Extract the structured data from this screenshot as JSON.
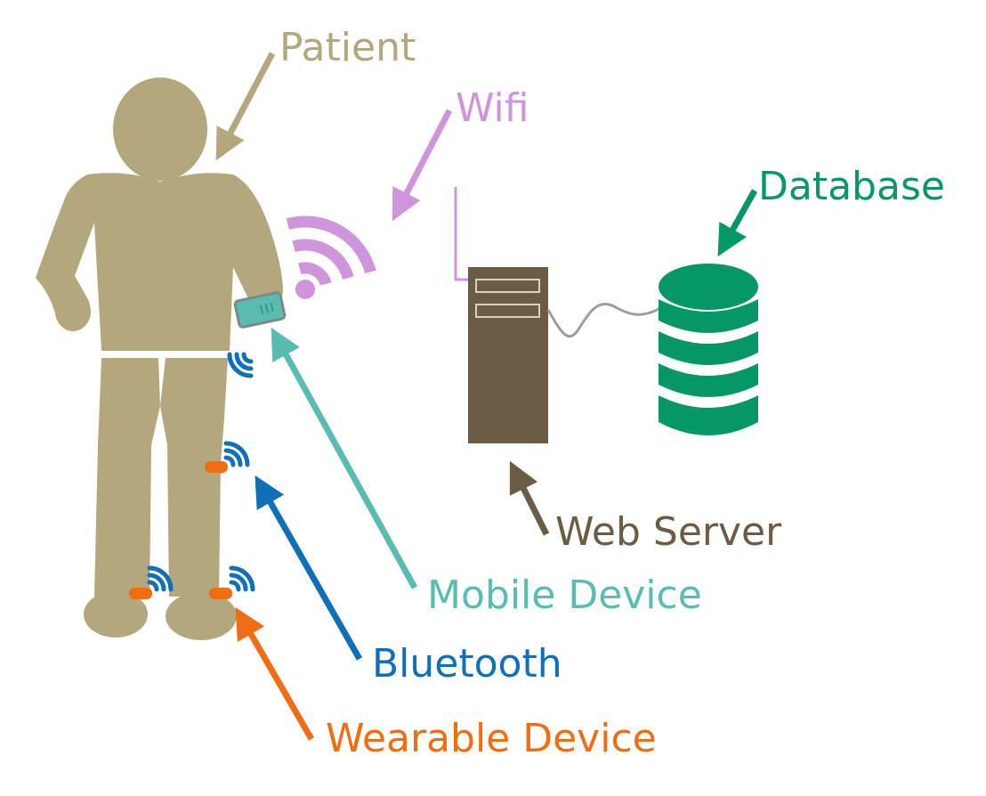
{
  "labels": {
    "patient": "Patient",
    "wifi": "Wifi",
    "database": "Database",
    "web_server": "Web Server",
    "mobile_device": "Mobile Device",
    "bluetooth": "Bluetooth",
    "wearable_device": "Wearable Device"
  },
  "colors": {
    "patient": "#b3a77e",
    "wifi": "#cf95db",
    "database": "#069766",
    "web_server": "#6b5d45",
    "mobile_device": "#58bcb1",
    "bluetooth": "#0f6fb7",
    "wearable_device": "#ef6e14",
    "cable": "#9e9e9e"
  }
}
